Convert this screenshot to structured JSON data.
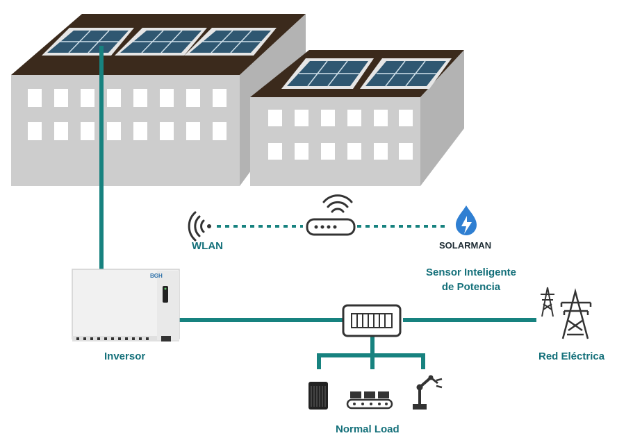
{
  "labels": {
    "wlan": "WLAN",
    "solarman": "SOLARMAN",
    "smart_meter_line1": "Sensor Inteligente",
    "smart_meter_line2": "de Potencia",
    "inverter": "Inversor",
    "grid": "Red Eléctrica",
    "normal_load": "Normal Load",
    "inverter_brand": "BGH"
  },
  "colors": {
    "accent": "#17827f",
    "label_teal": "#14707a",
    "roof": "#3b2a1c",
    "wall_front": "#cdcdcd",
    "wall_side": "#b3b3b3",
    "window": "#ffffff",
    "panel": "#2f5771",
    "panel_frame": "#e6e6e6",
    "solarman_blue": "#2f7fd2"
  },
  "icons": {
    "wlan": "wifi-signal-icon",
    "router": "router-icon",
    "solarman": "solarman-logo-icon",
    "meter": "smart-meter-icon",
    "grid": "transmission-tower-icon",
    "loads": [
      "air-conditioner-icon",
      "conveyor-belt-icon",
      "robotic-arm-icon"
    ]
  }
}
